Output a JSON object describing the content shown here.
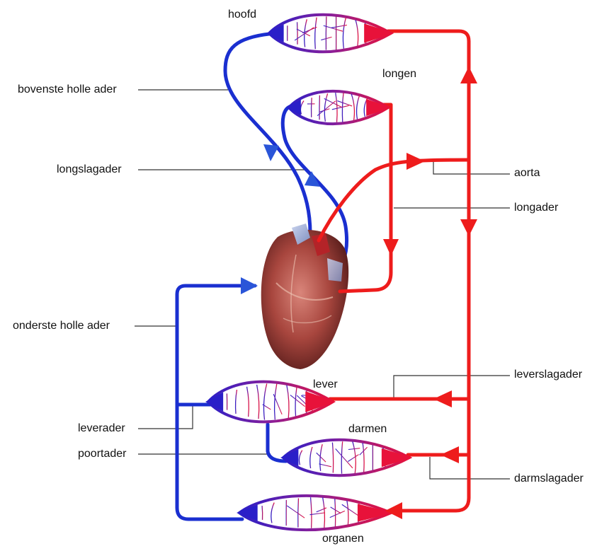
{
  "labels": {
    "head": "hoofd",
    "lungs": "longen",
    "superior_vena_cava": "bovenste holle ader",
    "pulmonary_artery": "longslagader",
    "aorta": "aorta",
    "pulmonary_vein": "longader",
    "inferior_vena_cava": "onderste holle ader",
    "liver": "lever",
    "hepatic_artery": "leverslagader",
    "hepatic_vein": "leverader",
    "intestines": "darmen",
    "portal_vein": "poortader",
    "intestinal_artery": "darmslagader",
    "organs": "organen"
  },
  "colors": {
    "oxygenated": "#ee1c1c",
    "deoxygenated": "#1a2fd0",
    "leader_line": "#333333"
  },
  "icons": {
    "heart": "heart-icon",
    "capillary_bed": "capillary-network-icon",
    "flow_arrow": "arrow-head-icon"
  }
}
